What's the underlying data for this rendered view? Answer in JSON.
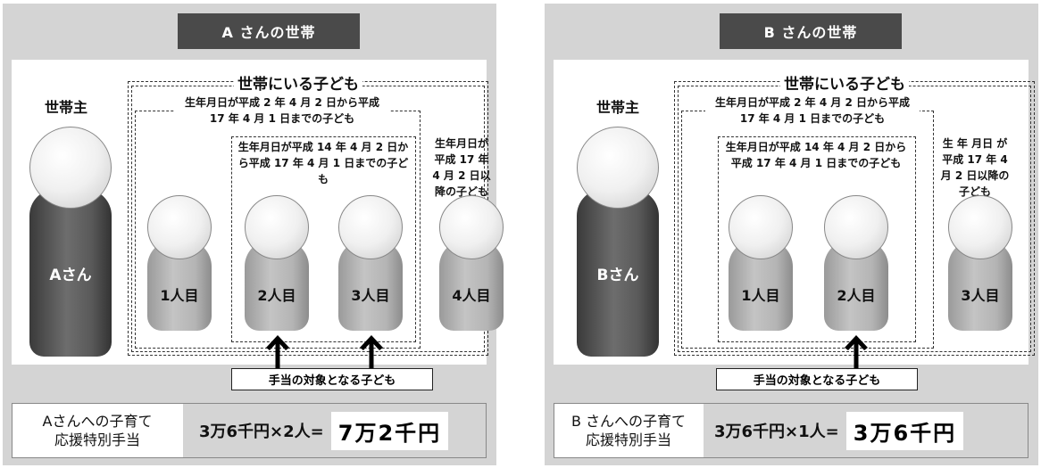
{
  "panels": [
    {
      "title": "A さんの世帯",
      "householder_label": "世帯主",
      "householder_name": "Aさん",
      "children_header": "世帯にいる子ども",
      "group1_label": "生年月日が平成 2 年 4 月 2 日から平成 17 年 4 月 1 日までの子ども",
      "group2_label": "生年月日が平成 14 年 4 月 2 日から平成 17 年 4 月 1 日までの子ども",
      "group3_label": "生年月日が 平成 17 年 4 月 2 日以降の子ども",
      "children": [
        "1人目",
        "2人目",
        "3人目",
        "4人目"
      ],
      "target_label": "手当の対象となる子ども",
      "benefit_label_line1": "Aさんへの子育て",
      "benefit_label_line2": "応援特別手当",
      "calculation": "3万6千円×2人=",
      "result": "7万2千円"
    },
    {
      "title": "B さんの世帯",
      "householder_label": "世帯主",
      "householder_name": "Bさん",
      "children_header": "世帯にいる子ども",
      "group1_label": "生年月日が平成 2 年 4 月 2 日から平成 17 年 4 月 1 日までの子ども",
      "group2_label": "生年月日が平成 14 年 4 月 2 日から平成 17 年 4 月 1 日までの子ども",
      "group3_label": "生 年 月日 が 平成 17 年 4 月 2 日以降の子ども",
      "children": [
        "1人目",
        "2人目",
        "3人目"
      ],
      "target_label": "手当の対象となる子ども",
      "benefit_label_line1": "B さんへの子育て",
      "benefit_label_line2": "応援特別手当",
      "calculation": "3万6千円×1人=",
      "result": "3万6千円"
    }
  ]
}
